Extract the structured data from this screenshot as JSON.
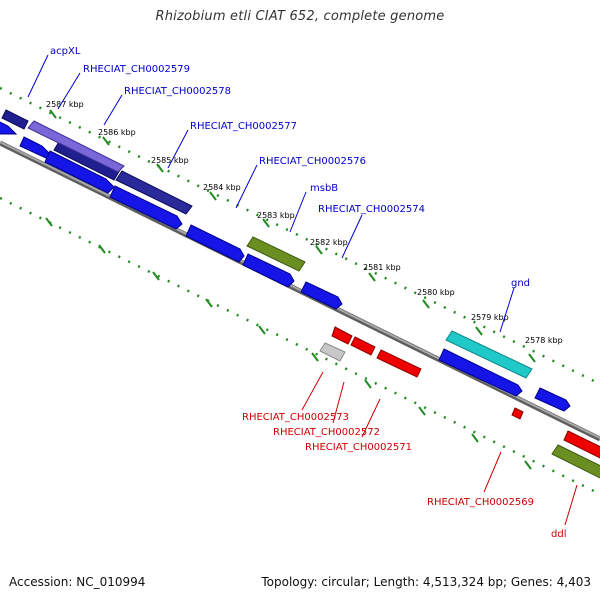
{
  "title": "Rhizobium etli CIAT 652, complete genome",
  "footer": {
    "accession": "Accession: NC_010994",
    "topology": "Topology: circular; Length: 4,513,324 bp; Genes: 4,403"
  },
  "ticks": [
    "2587 kbp",
    "2586 kbp",
    "2585 kbp",
    "2584 kbp",
    "2583 kbp",
    "2582 kbp",
    "2581 kbp",
    "2580 kbp",
    "2579 kbp",
    "2578 kbp"
  ],
  "colors": {
    "forward_label": "#0000cc",
    "reverse_label": "#cc0000",
    "backbone": "#808080",
    "tick": "#228b22"
  },
  "labels": {
    "acpXL": "acpXL",
    "rh2579": "RHECIAT_CH0002579",
    "rh2578": "RHECIAT_CH0002578",
    "rh2577": "RHECIAT_CH0002577",
    "rh2576": "RHECIAT_CH0002576",
    "msbB": "msbB",
    "rh2574": "RHECIAT_CH0002574",
    "gnd": "gnd",
    "rh2573": "RHECIAT_CH0002573",
    "rh2572": "RHECIAT_CH0002572",
    "rh2571": "RHECIAT_CH0002571",
    "rh2569": "RHECIAT_CH0002569",
    "ddl": "ddl"
  }
}
